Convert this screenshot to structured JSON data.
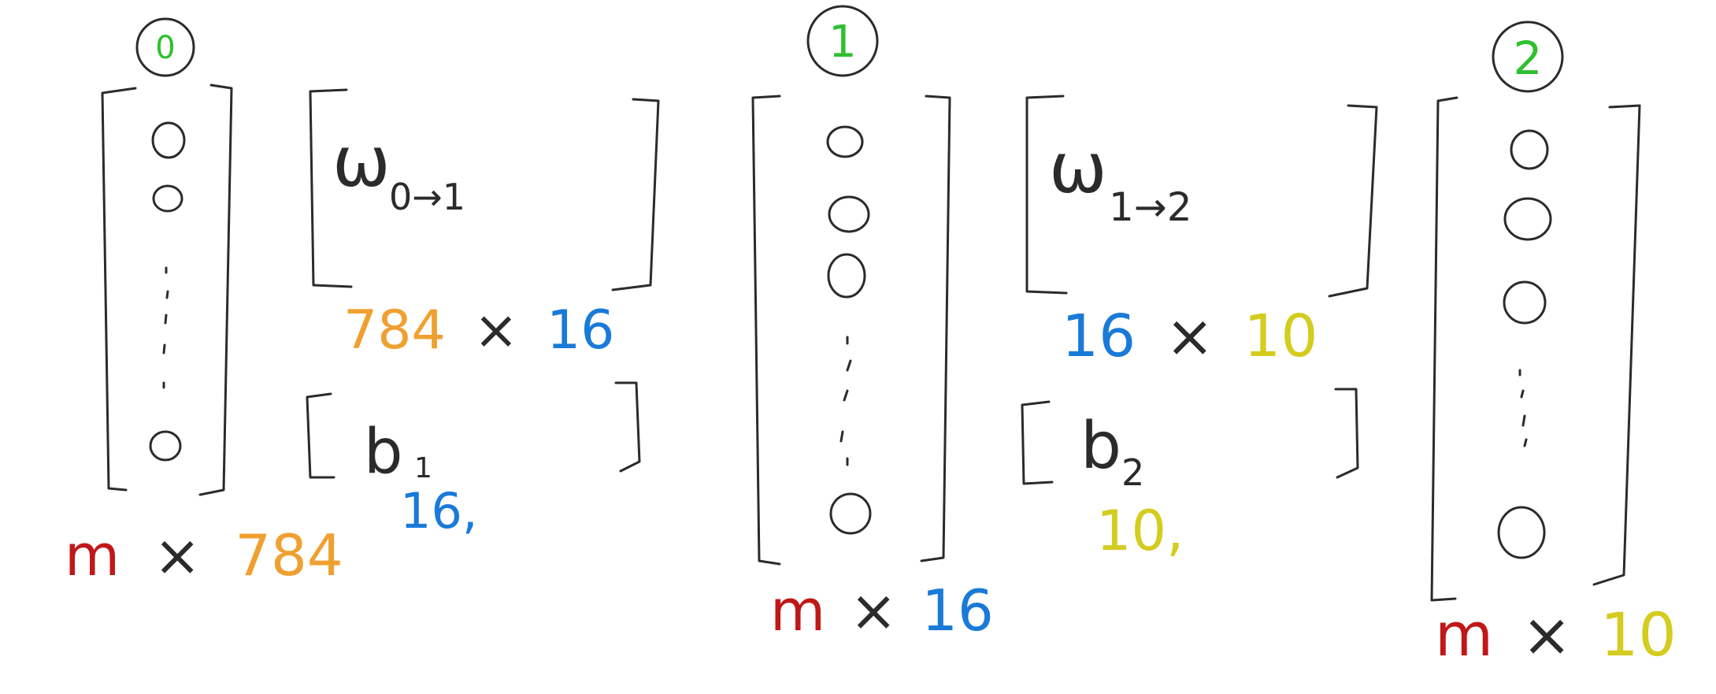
{
  "colors": {
    "ink": "#2b2b2b",
    "layer_index": "#2ec02e",
    "batch": "#c01818",
    "input_dim": "#f0a030",
    "hidden_dim": "#1a7ad8",
    "output_dim": "#d4cc1e"
  },
  "layers": [
    {
      "index": "0",
      "shape_m": "m",
      "shape_x": "×",
      "shape_n": "784"
    },
    {
      "index": "1",
      "shape_m": "m",
      "shape_x": "×",
      "shape_n": "16"
    },
    {
      "index": "2",
      "shape_m": "m",
      "shape_x": "×",
      "shape_n": "10"
    }
  ],
  "weights": [
    {
      "symbol": "ω",
      "subscript": "0→1",
      "rows": "784",
      "x": "×",
      "cols": "16"
    },
    {
      "symbol": "ω",
      "subscript": "1→2",
      "rows": "16",
      "x": "×",
      "cols": "10"
    }
  ],
  "biases": [
    {
      "symbol": "b",
      "subscript": "1",
      "shape": "16,"
    },
    {
      "symbol": "b",
      "subscript": "2",
      "shape": "10,"
    }
  ]
}
